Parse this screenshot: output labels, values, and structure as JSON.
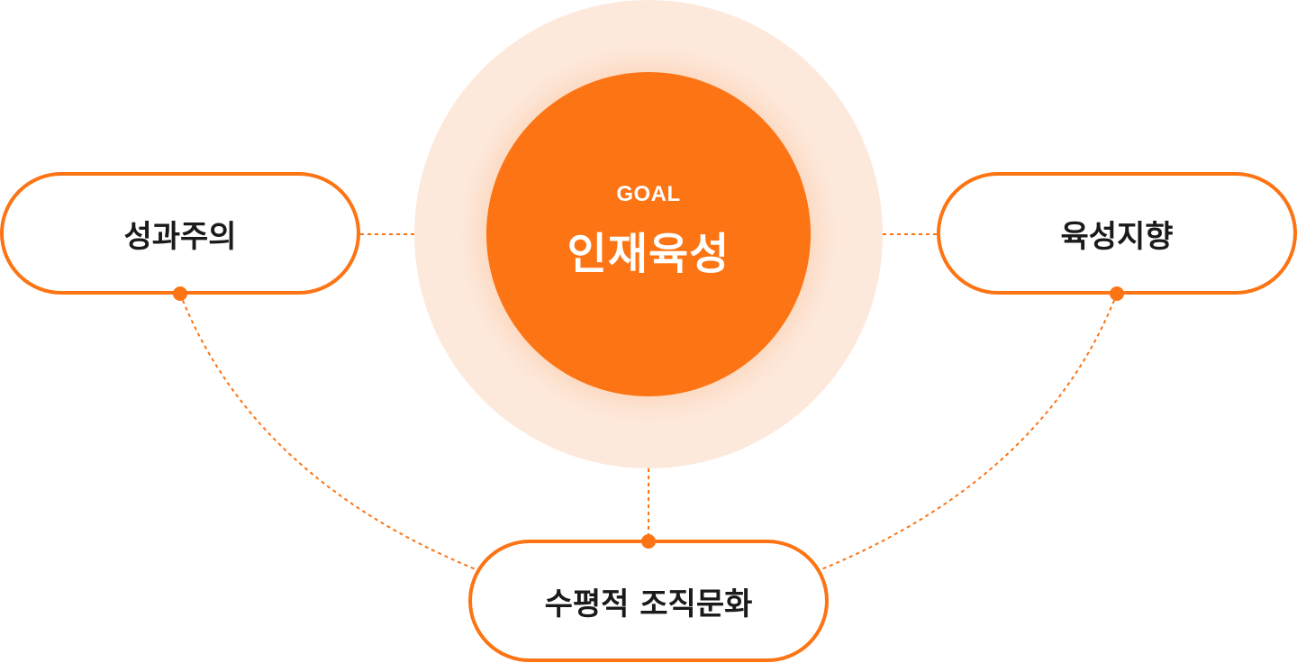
{
  "goal": {
    "label": "GOAL",
    "title": "인재육성"
  },
  "nodes": {
    "left": "성과주의",
    "right": "육성지향",
    "bottom": "수평적 조직문화"
  },
  "colors": {
    "accent": "#fc7413",
    "halo": "#fde9dc",
    "text": "#1a1a1a",
    "background": "#ffffff"
  }
}
